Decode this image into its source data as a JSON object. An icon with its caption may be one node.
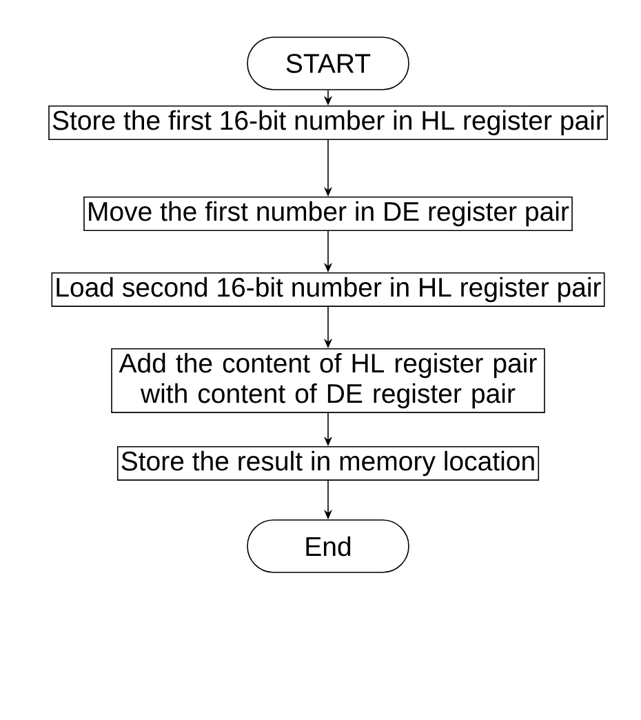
{
  "diagram": {
    "nodes": [
      {
        "text": [
          "START"
        ]
      },
      {
        "text": [
          "Store the first 16-bit number in HL register pair"
        ]
      },
      {
        "text": [
          "Move the first number in DE register pair"
        ]
      },
      {
        "text": [
          "Load second 16-bit number in HL register pair"
        ]
      },
      {
        "text": [
          "Add the content of HL register pair with content of DE register pair"
        ]
      },
      {
        "text": [
          "Store the result in memory location"
        ]
      },
      {
        "text": [
          "End"
        ]
      }
    ],
    "edges": [
      {
        "from": 0,
        "to": 1,
        "arrow": "to"
      },
      {
        "from": 1,
        "to": 2,
        "arrow": "to"
      },
      {
        "from": 2,
        "to": 3,
        "arrow": "to"
      },
      {
        "from": 3,
        "to": 4,
        "arrow": "to"
      },
      {
        "from": 4,
        "to": 5,
        "arrow": "to"
      },
      {
        "from": 5,
        "to": 6,
        "arrow": "to"
      }
    ]
  }
}
